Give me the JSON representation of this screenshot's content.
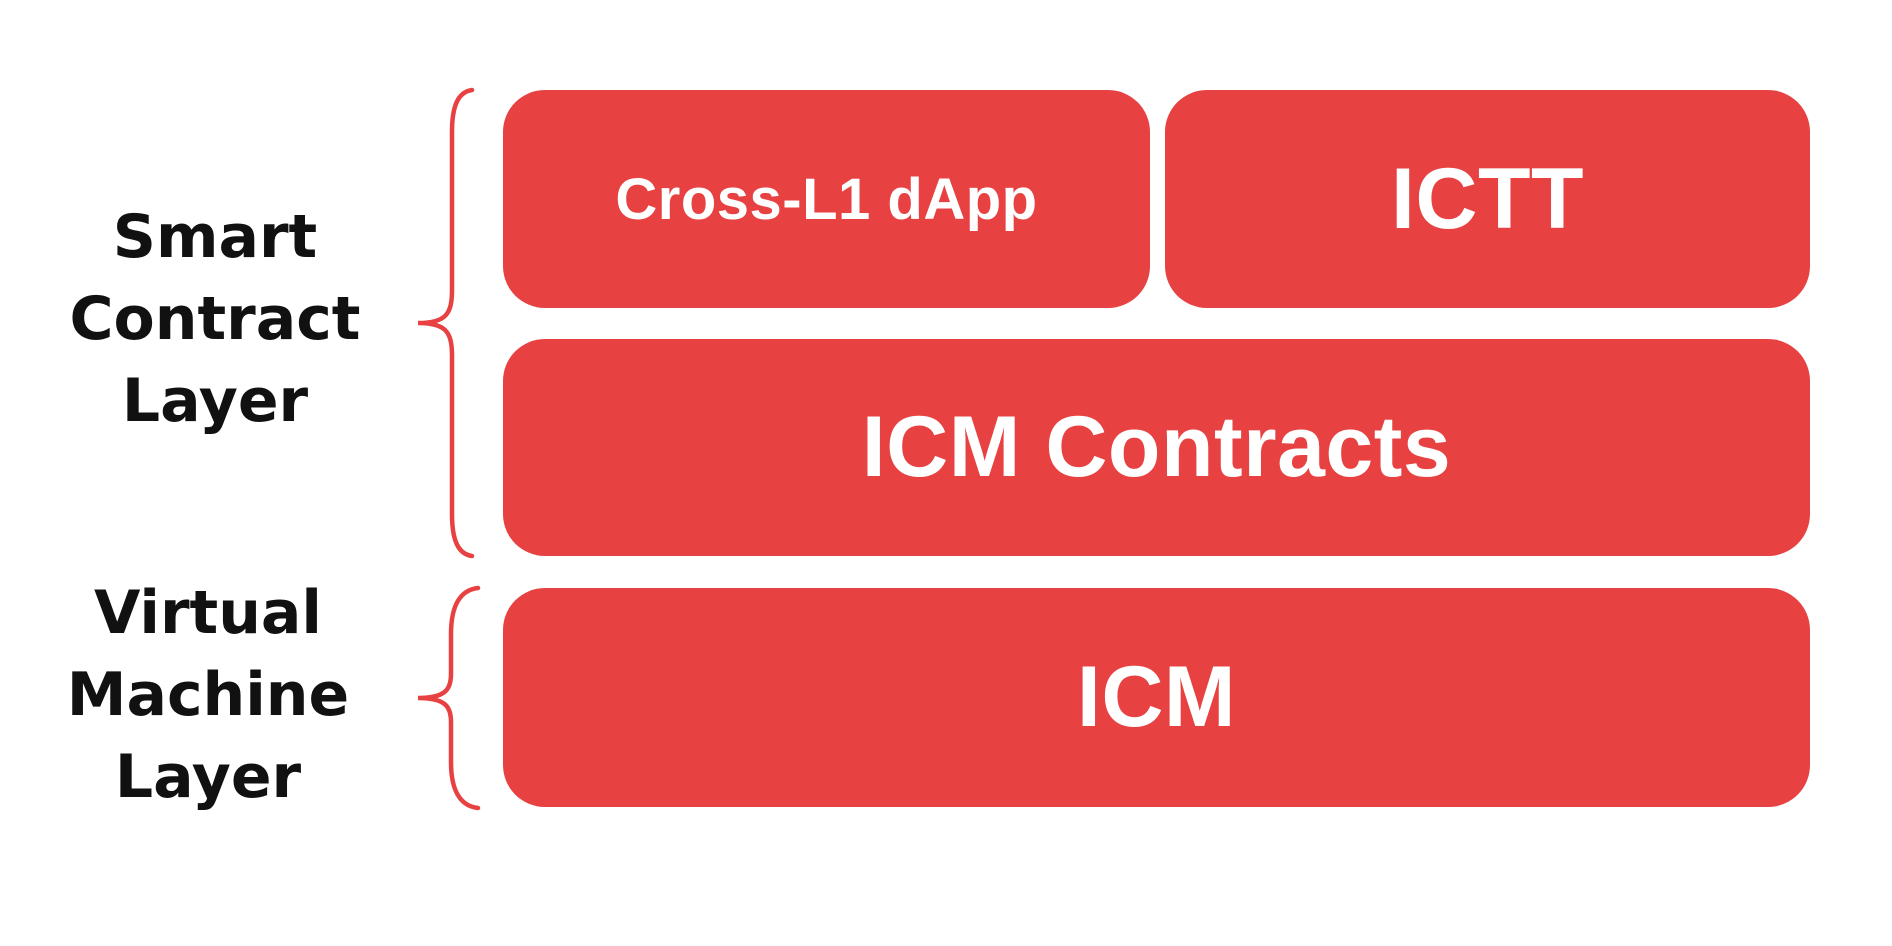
{
  "diagram": {
    "labels": {
      "smart_contract_layer": "Smart\nContract\nLayer",
      "virtual_machine_layer": "Virtual\nMachine\nLayer"
    },
    "boxes": {
      "cross_l1_dapp": "Cross-L1 dApp",
      "ictt": "ICTT",
      "icm_contracts": "ICM Contracts",
      "icm": "ICM"
    },
    "colors": {
      "box_red": "#e84142",
      "brace_red": "#e84142",
      "label_text": "#111111",
      "box_text": "#ffffff",
      "background": "#ffffff"
    }
  }
}
